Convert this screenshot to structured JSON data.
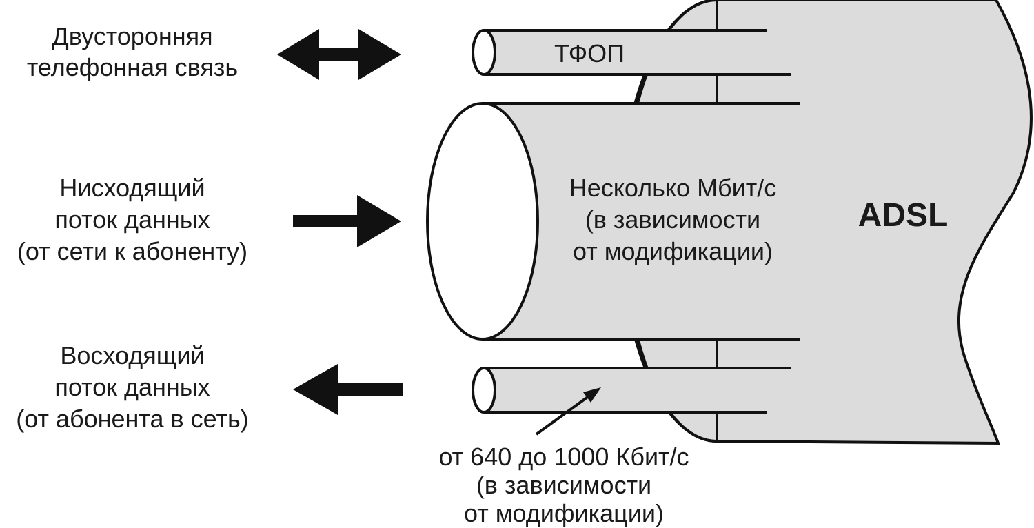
{
  "labels": {
    "duplex_line1": "Двусторонняя",
    "duplex_line2": "телефонная связь",
    "down_line1": "Нисходящий",
    "down_line2": "поток данных",
    "down_line3": "(от сети к абоненту)",
    "up_line1": "Восходящий",
    "up_line2": "поток данных",
    "up_line3": "(от абонента в сеть)"
  },
  "tubes": {
    "pstn": "ТФОП",
    "down_line1": "Несколько Мбит/с",
    "down_line2": "(в зависимости",
    "down_line3": "от модификации)",
    "up_line1": "от 640 до 1000 Кбит/с",
    "up_line2": "(в зависимости",
    "up_line3": "от модификации)"
  },
  "cable": "ADSL",
  "colors": {
    "fill": "#dcdcdc",
    "stroke": "#111111",
    "text": "#1a1a1a"
  }
}
